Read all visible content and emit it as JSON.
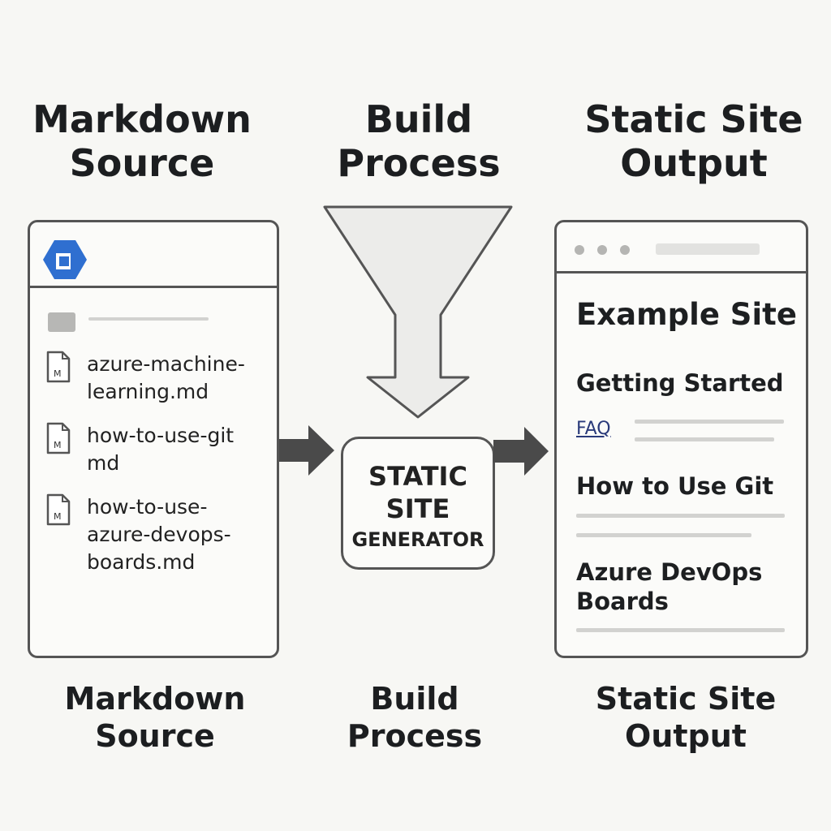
{
  "headers": {
    "source": [
      "Markdown",
      "Source"
    ],
    "build": [
      "Build",
      "Process"
    ],
    "output": [
      "Static Site",
      "Output"
    ]
  },
  "footers": {
    "source": [
      "Markdown",
      "Source"
    ],
    "build": [
      "Build",
      "Process"
    ],
    "output": [
      "Static Site",
      "Output"
    ]
  },
  "source_panel": {
    "files": [
      {
        "name_lines": [
          "azure-machine-",
          "learning.md"
        ],
        "icon_letter": "M"
      },
      {
        "name_lines": [
          "how-to-use-git",
          "md"
        ],
        "icon_letter": "M"
      },
      {
        "name_lines": [
          "how-to-use-",
          "azure-devops-",
          "boards.md"
        ],
        "icon_letter": "M"
      }
    ],
    "logo_icon": "azure-devops-logo-icon",
    "logo_color": "#2f6fd0"
  },
  "generator": {
    "line1": "STATIC",
    "line2": "SITE",
    "line3": "GENERATOR"
  },
  "site": {
    "title": "Example Site",
    "getting_started": "Getting Started",
    "faq": "FAQ",
    "git": "How to Use Git",
    "boards": [
      "Azure DevOps",
      "Boards"
    ]
  },
  "colors": {
    "border": "#555555",
    "arrow": "#4a4a4a",
    "funnel_fill": "#ececea",
    "link": "#2a3a7a"
  }
}
